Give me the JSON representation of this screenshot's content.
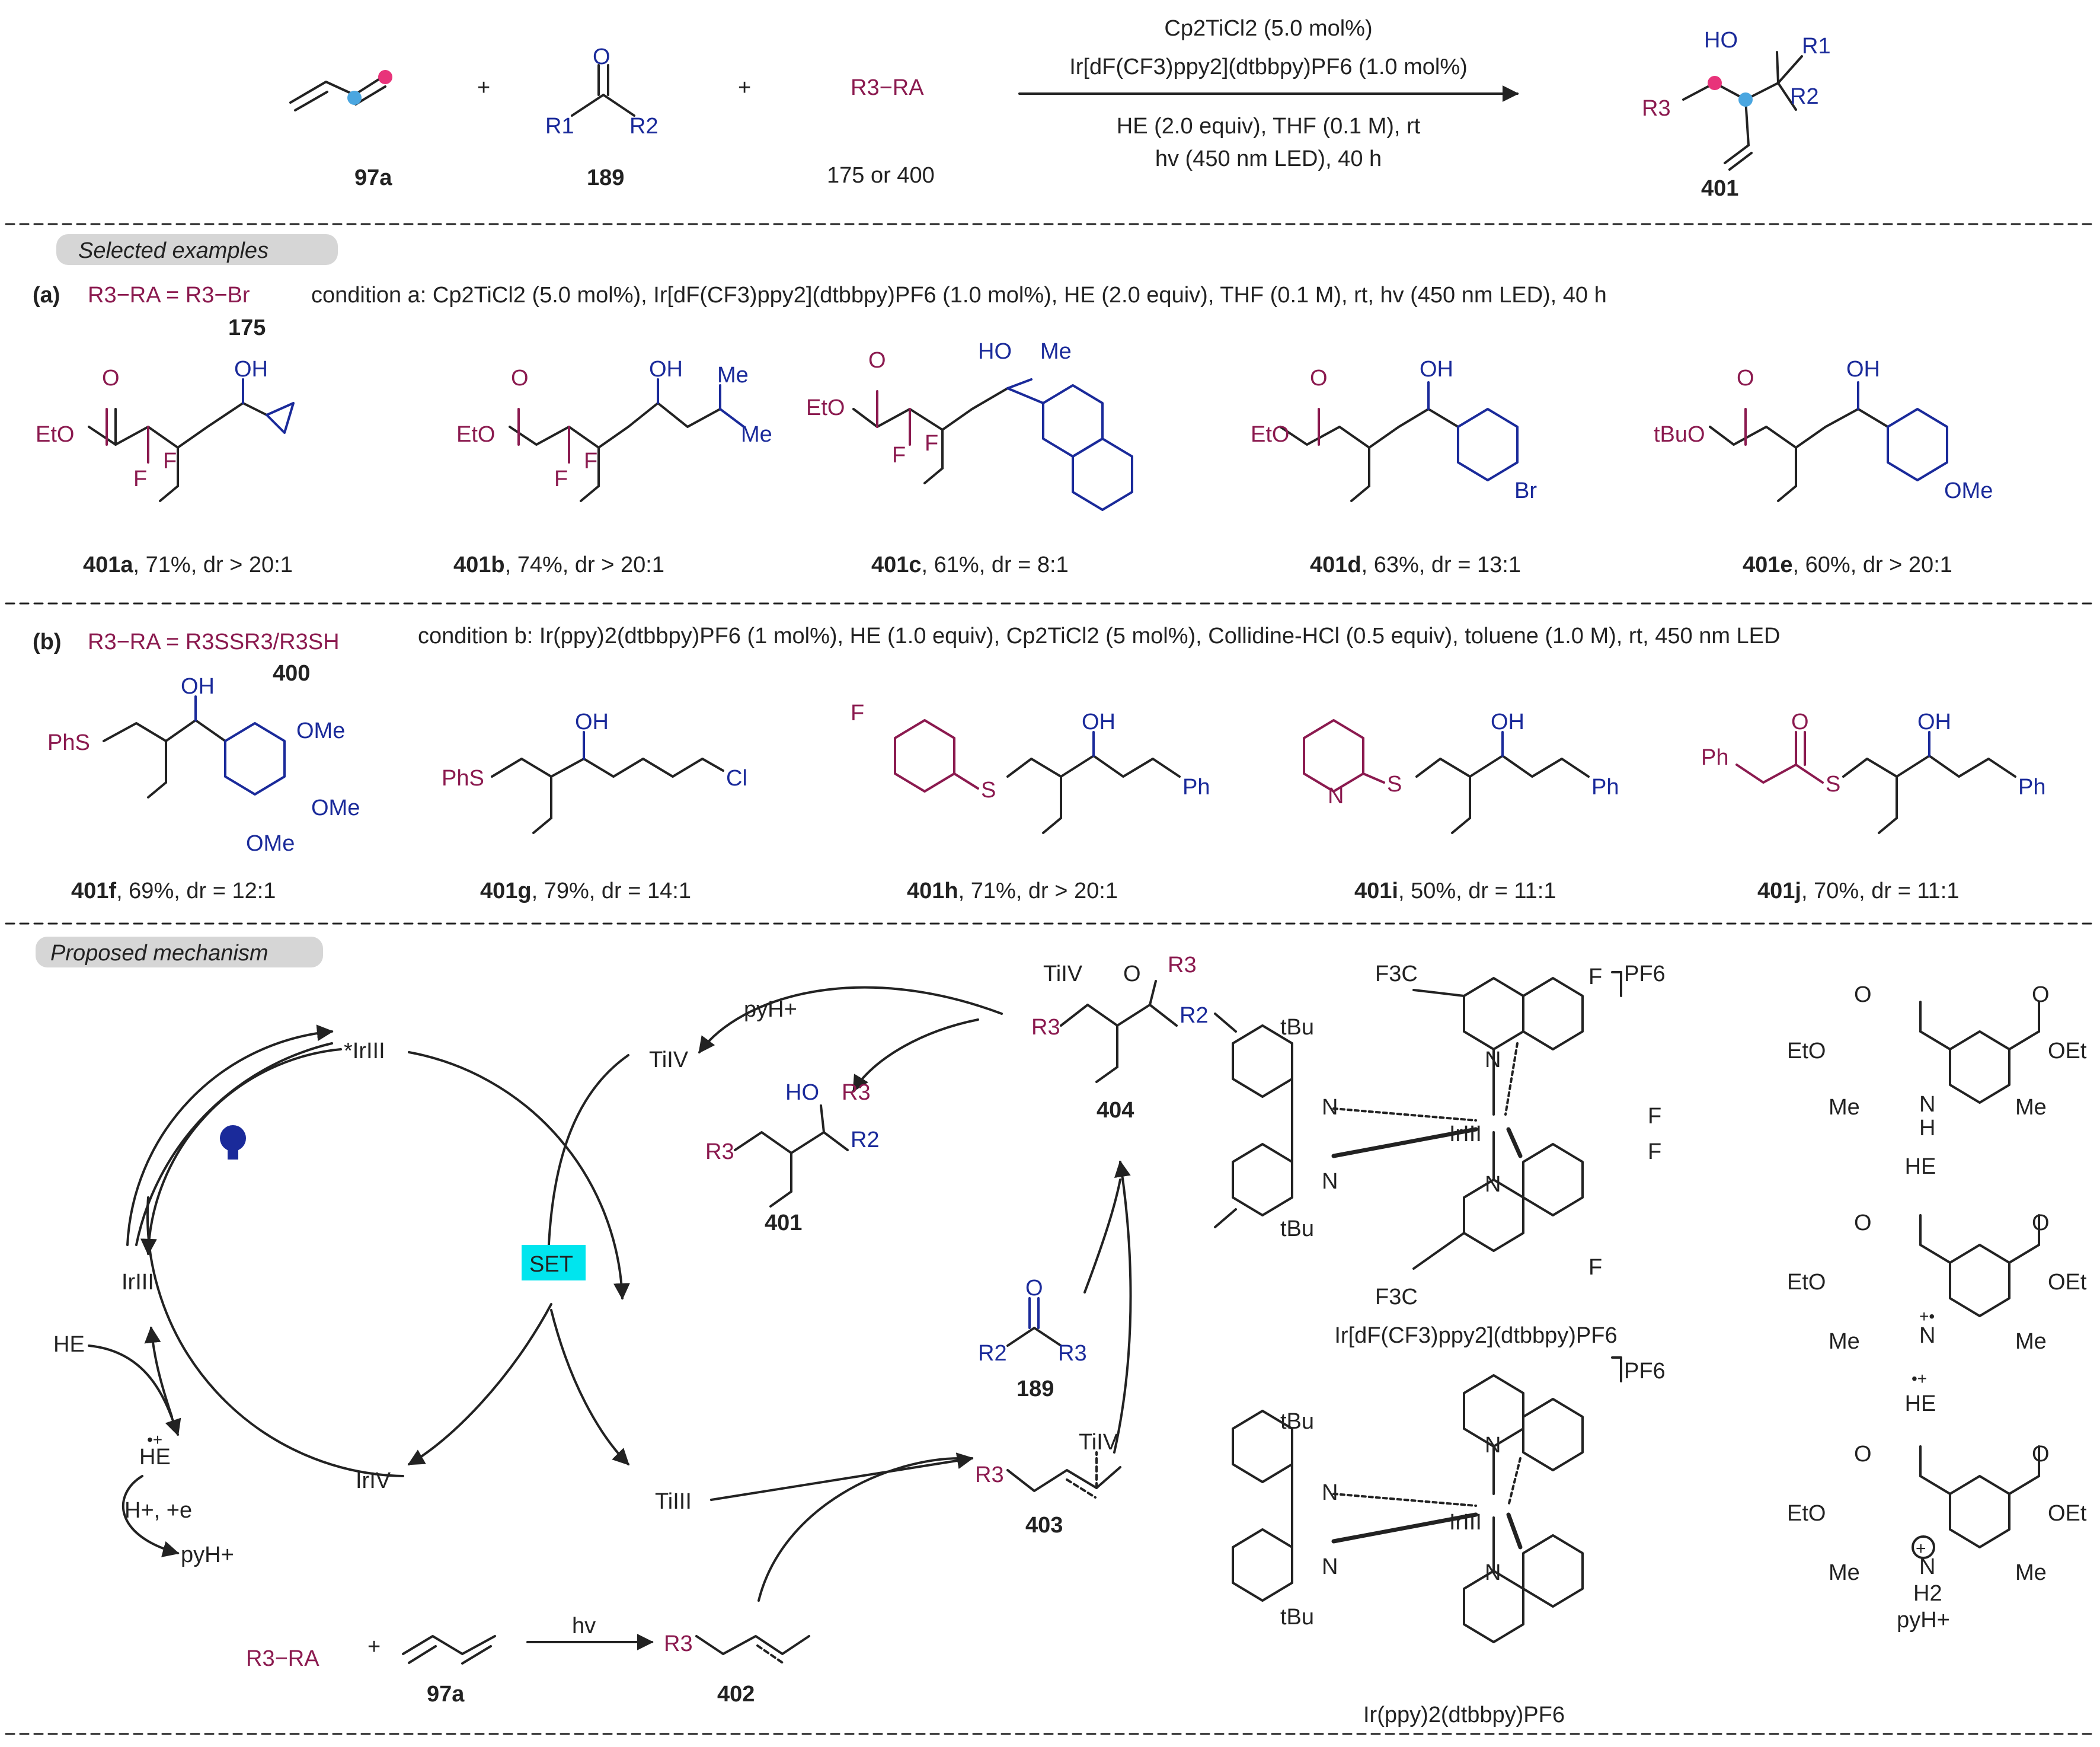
{
  "colors": {
    "r3": "#8b1a4f",
    "r12": "#1a2a9a",
    "pink_dot": "#e8337a",
    "blue_dot": "#4aa6e0",
    "set_box": "#00e5ee",
    "pill": "#d6d6d6",
    "bond": "#222222"
  },
  "icons": [
    "light-bulb-icon"
  ],
  "header": {
    "reactant1_id": "97a",
    "plus1": "+",
    "reactant2_id": "189",
    "reactant2": {
      "o": "O",
      "r1": "R1",
      "r2": "R2"
    },
    "plus2": "+",
    "reactant3_label": "R3−RA",
    "reactant3_id": "175 or 400",
    "cond_line1": "Cp2TiCl2 (5.0 mol%)",
    "cond_line2": "Ir[dF(CF3)ppy2](dtbbpy)PF6 (1.0 mol%)",
    "cond_line3": "HE (2.0 equiv), THF (0.1 M), rt",
    "cond_line4": "hv (450 nm LED), 40 h",
    "product_id": "401",
    "product": {
      "ho": "HO",
      "r1": "R1",
      "r2": "R2",
      "r3": "R3"
    }
  },
  "section_a": {
    "pill": "Selected examples",
    "tag": "(a)",
    "ra_eq": "R3−RA = R3−Br",
    "ra_id": "175",
    "condition": "condition a: Cp2TiCl2 (5.0 mol%), Ir[dF(CF3)ppy2](dtbbpy)PF6 (1.0 mol%), HE (2.0 equiv), THF (0.1 M), rt, hv (450 nm LED), 40 h",
    "examples": [
      {
        "id": "401a",
        "yield": ", 71%, dr > 20:1",
        "atoms": {
          "o": "O",
          "eto": "EtO",
          "f1": "F",
          "f2": "F",
          "oh": "OH"
        }
      },
      {
        "id": "401b",
        "yield": ", 74%, dr > 20:1",
        "atoms": {
          "o": "O",
          "eto": "EtO",
          "f1": "F",
          "f2": "F",
          "oh": "OH",
          "me1": "Me",
          "me2": "Me"
        }
      },
      {
        "id": "401c",
        "yield": ", 61%, dr = 8:1",
        "atoms": {
          "o": "O",
          "eto": "EtO",
          "f1": "F",
          "f2": "F",
          "ho": "HO",
          "me": "Me"
        }
      },
      {
        "id": "401d",
        "yield": ", 63%, dr = 13:1",
        "atoms": {
          "o": "O",
          "eto": "EtO",
          "oh": "OH",
          "br": "Br"
        }
      },
      {
        "id": "401e",
        "yield": ", 60%, dr > 20:1",
        "atoms": {
          "o": "O",
          "tbuo": "tBuO",
          "oh": "OH",
          "ome": "OMe"
        }
      }
    ]
  },
  "section_b": {
    "tag": "(b)",
    "ra_eq": "R3−RA = R3SSR3/R3SH",
    "ra_id": "400",
    "condition": "condition b: Ir(ppy)2(dtbbpy)PF6 (1 mol%), HE (1.0 equiv), Cp2TiCl2 (5 mol%), Collidine-HCl (0.5 equiv), toluene (1.0 M), rt, 450 nm LED",
    "examples": [
      {
        "id": "401f",
        "yield": ", 69%, dr = 12:1",
        "atoms": {
          "phs": "PhS",
          "oh": "OH",
          "ome1": "OMe",
          "ome2": "OMe",
          "ome3": "OMe"
        }
      },
      {
        "id": "401g",
        "yield": ", 79%, dr = 14:1",
        "atoms": {
          "phs": "PhS",
          "oh": "OH",
          "cl": "Cl"
        }
      },
      {
        "id": "401h",
        "yield": ", 71%, dr > 20:1",
        "atoms": {
          "f": "F",
          "s": "S",
          "oh": "OH",
          "ph": "Ph"
        }
      },
      {
        "id": "401i",
        "yield": ", 50%, dr = 11:1",
        "atoms": {
          "n": "N",
          "s": "S",
          "oh": "OH",
          "ph": "Ph"
        }
      },
      {
        "id": "401j",
        "yield": ", 70%, dr = 11:1",
        "atoms": {
          "ph1": "Ph",
          "o": "O",
          "s": "S",
          "oh": "OH",
          "ph2": "Ph"
        }
      }
    ]
  },
  "mechanism": {
    "pill": "Proposed mechanism",
    "ir_star": "*IrIII",
    "ir3": "IrIII",
    "ir4": "IrIV",
    "he": "HE",
    "he_rad": "HE",
    "he_rad_charge": "•+",
    "h_e": "H+, +e",
    "pyh_left": "pyH+",
    "set": "SET",
    "ti4": "TiIV",
    "ti3": "TiIII",
    "pyh_top": "pyH+",
    "p401": {
      "ho": "HO",
      "r3a": "R3",
      "r3b": "R3",
      "r2": "R2",
      "id": "401"
    },
    "i404": {
      "ti": "TiIV",
      "o": "O",
      "r3a": "R3",
      "r3b": "R3",
      "r2": "R2",
      "id": "404"
    },
    "k189": {
      "o": "O",
      "r2": "R2",
      "r3": "R3",
      "id": "189"
    },
    "i403": {
      "r3": "R3",
      "ti": "TiIV",
      "id": "403"
    },
    "i402": {
      "r3": "R3",
      "id": "402"
    },
    "bottom": {
      "ra": "R3−RA",
      "plus": "+",
      "id97": "97a",
      "hv": "hv"
    }
  },
  "catalysts": {
    "ir1": {
      "cf3a": "F3C",
      "cf3b": "F3C",
      "tbu1": "tBu",
      "tbu2": "tBu",
      "f1": "F",
      "f2": "F",
      "f3": "F",
      "f4": "F",
      "pf6": "PF6",
      "ir": "IrIII",
      "n1": "N",
      "n2": "N",
      "n3": "N",
      "n4": "N",
      "name": "Ir[dF(CF3)ppy2](dtbbpy)PF6"
    },
    "ir2": {
      "tbu1": "tBu",
      "tbu2": "tBu",
      "pf6": "PF6",
      "ir": "IrIII",
      "n1": "N",
      "n2": "N",
      "n3": "N",
      "n4": "N",
      "name": "Ir(ppy)2(dtbbpy)PF6"
    },
    "he": {
      "eto": "EtO",
      "oet": "OEt",
      "o1": "O",
      "o2": "O",
      "me1": "Me",
      "me2": "Me",
      "n": "N",
      "h": "H",
      "name": "HE"
    },
    "he_rad": {
      "eto": "EtO",
      "oet": "OEt",
      "o1": "O",
      "o2": "O",
      "me1": "Me",
      "me2": "Me",
      "n": "N",
      "charge": "+•",
      "name": "HE",
      "name_charge": "•+"
    },
    "pyh": {
      "eto": "EtO",
      "oet": "OEt",
      "o1": "O",
      "o2": "O",
      "me1": "Me",
      "me2": "Me",
      "n": "N",
      "h2": "H2",
      "plus": "+",
      "name": "pyH+"
    }
  }
}
